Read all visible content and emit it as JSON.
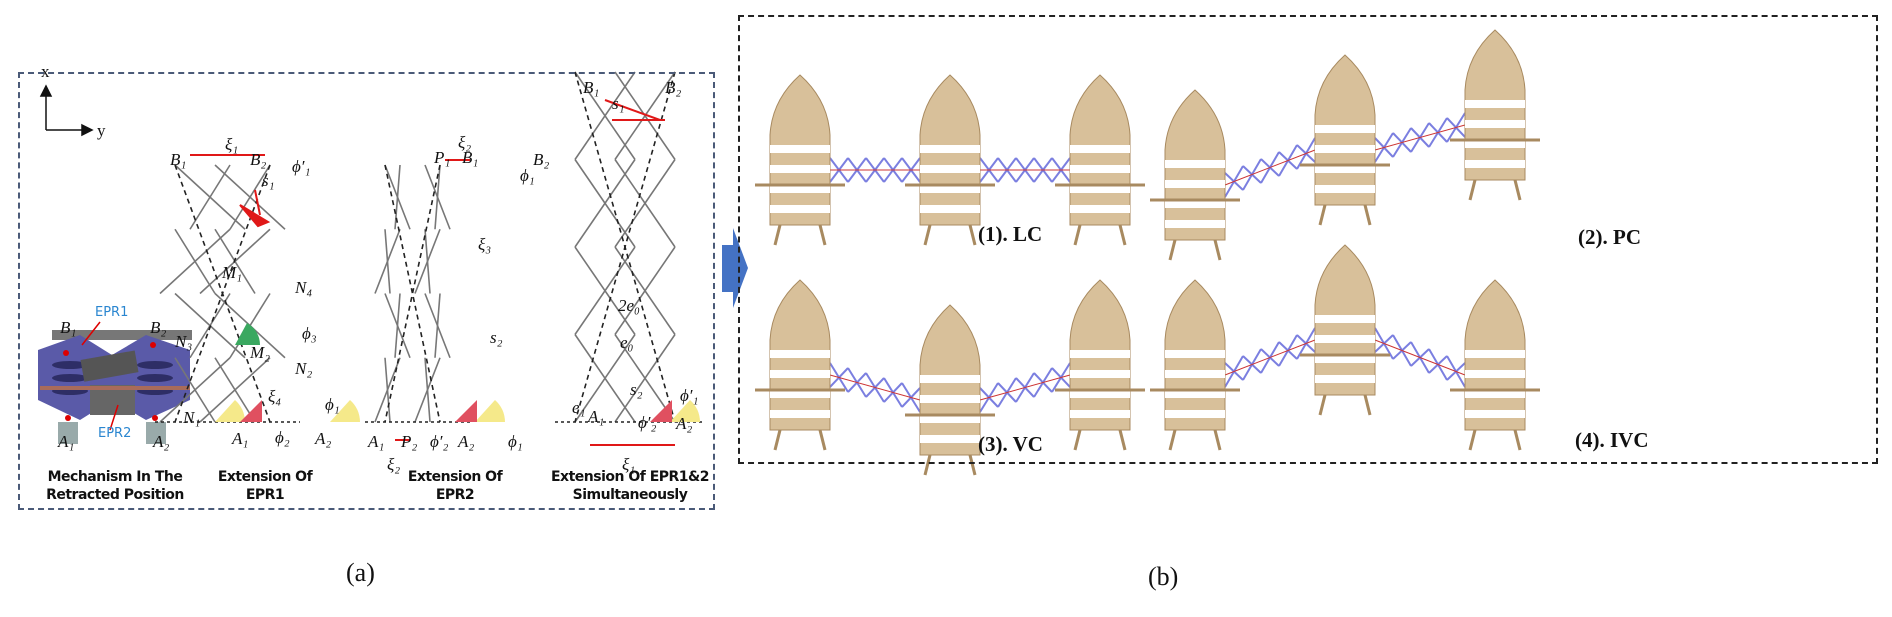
{
  "panel_a": {
    "label": "(a)",
    "axes": {
      "x": "x",
      "y": "y"
    },
    "captions": [
      {
        "line1": "Mechanism In The",
        "line2": "Retracted Position"
      },
      {
        "line1": "Extension Of",
        "line2": "EPR1"
      },
      {
        "line1": "Extension Of",
        "line2": "EPR2"
      },
      {
        "line1": "Extension Of EPR1&2",
        "line2": "Simultaneously"
      }
    ],
    "epr_labels": [
      "EPR1",
      "EPR2"
    ],
    "symbols": [
      "B₁",
      "B₂",
      "A₁",
      "A₂",
      "ξ₁",
      "B₁",
      "B₂",
      "ϕ′₁",
      "s₁",
      "M₁",
      "N₄",
      "N₃",
      "M₂",
      "N₂",
      "ϕ₃",
      "N₁",
      "ξ₄",
      "A₁",
      "ϕ₂",
      "A₂",
      "ϕ₁",
      "ξ₂",
      "P₁",
      "B₁",
      "B₂",
      "ϕ₁",
      "ξ₃",
      "s₂",
      "A₁",
      "P₂",
      "ϕ′₂",
      "A₂",
      "ϕ₁",
      "ξ₂",
      "B₁",
      "B₂",
      "s₁",
      "2e₀",
      "e₀",
      "s₂",
      "e₁",
      "A₁",
      "ϕ′₂",
      "A₂",
      "ϕ′₁",
      "ξ₁"
    ]
  },
  "panel_b": {
    "label": "(b)",
    "configs": [
      {
        "label": "(1). LC",
        "mode": "line"
      },
      {
        "label": "(2). PC",
        "mode": "rise"
      },
      {
        "label": "(3). VC",
        "mode": "valley"
      },
      {
        "label": "(4). IVC",
        "mode": "peak"
      }
    ]
  },
  "colors": {
    "arrow": "#4472c4",
    "link": "#7b7fe0",
    "body": "#d8c09a",
    "dim": "#e01818",
    "frame_a": "#4a5a78"
  }
}
